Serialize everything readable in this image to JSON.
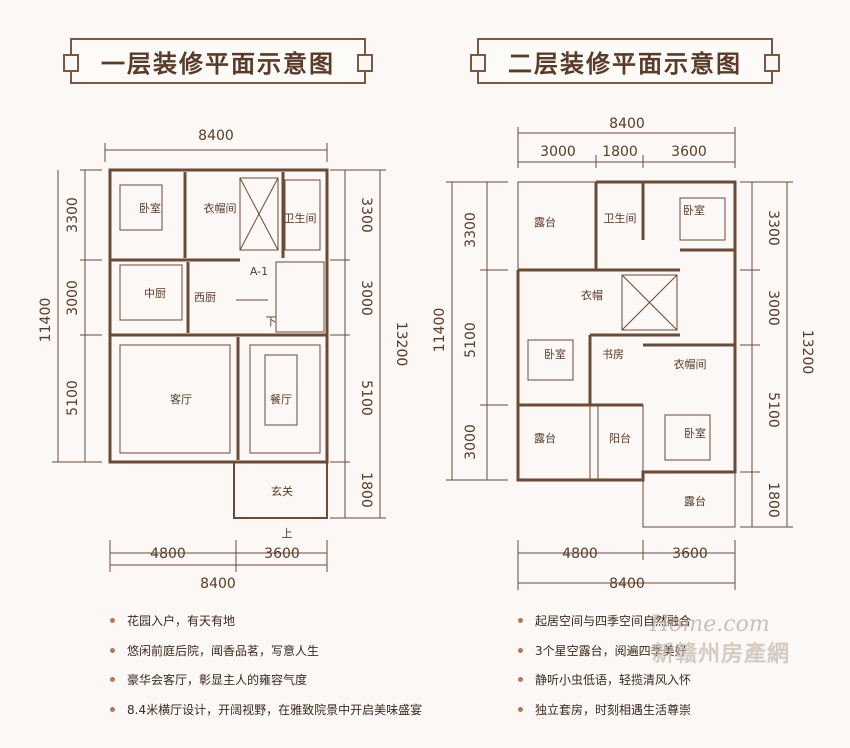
{
  "titles": {
    "floor1": "一层装修平面示意图",
    "floor2": "二层装修平面示意图"
  },
  "floor1": {
    "dims": {
      "top": "8400",
      "bottom_total": "8400",
      "bottom_left": "4800",
      "bottom_right": "3600",
      "left_total": "11400",
      "left_1": "3300",
      "left_2": "3000",
      "left_3": "5100",
      "right_total": "13200",
      "right_1": "3300",
      "right_2": "3000",
      "right_3": "5100",
      "right_4": "1800"
    },
    "rooms": {
      "bedroom": "卧室",
      "cloakroom": "衣帽间",
      "bathroom": "卫生间",
      "kitchen": "中厨",
      "western_kitchen": "西厨",
      "living": "客厅",
      "dining": "餐厅",
      "entrance": "玄关",
      "stair_tag": "A-1",
      "up": "上",
      "down": "下"
    }
  },
  "floor2": {
    "dims": {
      "top_total": "8400",
      "top_1": "3000",
      "top_2": "1800",
      "top_3": "3600",
      "bottom_total": "8400",
      "bottom_left": "4800",
      "bottom_right": "3600",
      "left_1": "3300",
      "left_total": "11400",
      "left_2": "5100",
      "left_3": "3000",
      "right_total": "13200",
      "right_1": "3300",
      "right_2": "3000",
      "right_3": "5100",
      "right_4": "1800"
    },
    "rooms": {
      "terrace_top": "露台",
      "bathroom": "卫生间",
      "bedroom_tr": "卧室",
      "cloak_small": "衣帽",
      "bedroom_left": "卧室",
      "study": "书房",
      "cloakroom": "衣帽间",
      "bedroom_br": "卧室",
      "terrace_bl": "露台",
      "balcony": "阳台",
      "terrace_br": "露台"
    }
  },
  "features_left": [
    "花园入户，有天有地",
    "悠闲前庭后院，闻香品茗，写意人生",
    "豪华会客厅，彰显主人的雍容气度",
    "8.4米横厅设计，开阔视野，在雅致院景中开启美味盛宴"
  ],
  "features_right": [
    "起居空间与四季空间自然融合",
    "3个星空露台，阅遍四季美好",
    "静听小虫低语，轻揽清风入怀",
    "独立套房，时刻相遇生活尊崇"
  ],
  "watermark": {
    "script": "Home.com",
    "name": "新赣州房產網"
  },
  "colors": {
    "wall": "#7a5846",
    "accent": "#b07a5a",
    "text": "#5a3a28"
  }
}
